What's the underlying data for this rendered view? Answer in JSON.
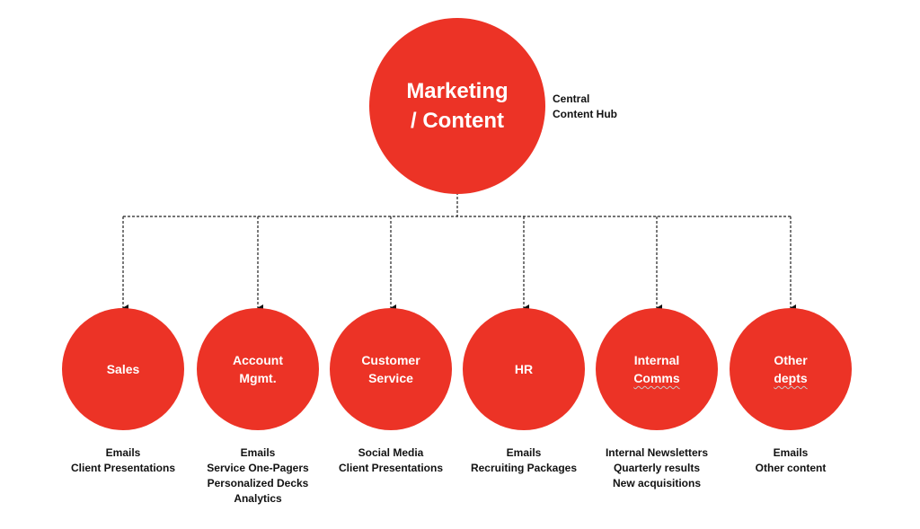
{
  "hub": {
    "title_lines": [
      "Marketing",
      "/ Content"
    ],
    "caption_lines": [
      "Central",
      "Content Hub"
    ]
  },
  "departments": [
    {
      "name_lines": [
        "Sales"
      ],
      "content": [
        "Emails",
        "Client Presentations"
      ]
    },
    {
      "name_lines": [
        "Account",
        "Mgmt."
      ],
      "content": [
        "Emails",
        "Service One-Pagers",
        "Personalized Decks",
        "Analytics"
      ]
    },
    {
      "name_lines": [
        "Customer",
        "Service"
      ],
      "content": [
        "Social Media",
        "Client Presentations"
      ]
    },
    {
      "name_lines": [
        "HR"
      ],
      "content": [
        "Emails",
        "Recruiting Packages"
      ]
    },
    {
      "name_lines": [
        "Internal",
        "Comms"
      ],
      "content": [
        "Internal Newsletters",
        "Quarterly results",
        "New acquisitions"
      ]
    },
    {
      "name_lines": [
        "Other",
        "depts"
      ],
      "content": [
        "Emails",
        "Other content"
      ]
    }
  ],
  "colors": {
    "node": "#ec3326",
    "text": "#111111"
  }
}
